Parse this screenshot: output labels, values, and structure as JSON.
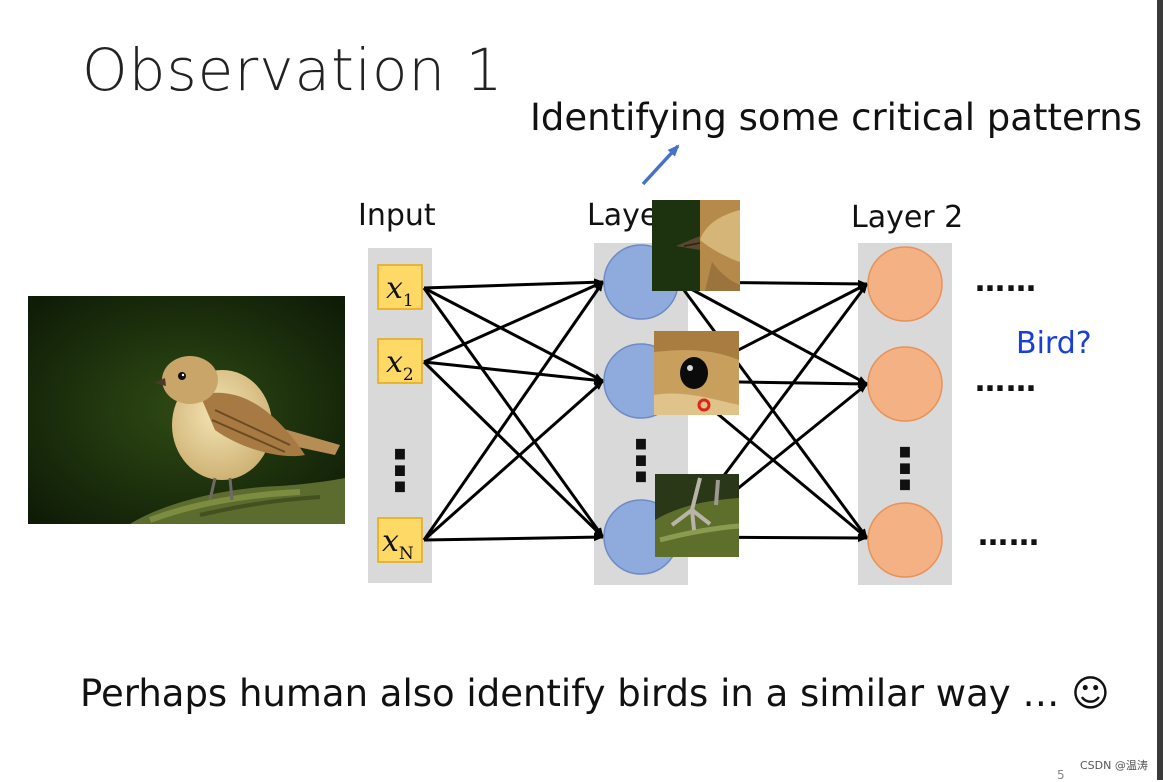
{
  "title": "Observation 1",
  "annotation": "Identifying some critical patterns",
  "columns": {
    "input_label": "Input",
    "layer1_label": "Layer 1",
    "layer2_label": "Layer 2"
  },
  "inputs": [
    {
      "var": "x",
      "sub": "1"
    },
    {
      "var": "x",
      "sub": "2"
    },
    {
      "var": "x",
      "sub": "N"
    }
  ],
  "vertical_ellipsis": "⋮",
  "output_dots": [
    "……",
    "……",
    "……"
  ],
  "bird_question": "Bird?",
  "caption": "Perhaps human also identify birds in a similar way … ☺",
  "watermark": "CSDN @温涛",
  "page_number": "5",
  "colors": {
    "column_bg": "#d9d9d9",
    "input_box": "#ffd966",
    "input_border": "#e6a817",
    "layer1_node": "#8faadc",
    "layer2_node": "#f4b183",
    "arrow_accent": "#4472c4",
    "question_text": "#1a3fd6"
  },
  "icons": {
    "bird_photo": "bird-photo",
    "beak_patch": "beak-patch-image",
    "eye_patch": "eye-patch-image",
    "claw_patch": "claw-patch-image"
  }
}
